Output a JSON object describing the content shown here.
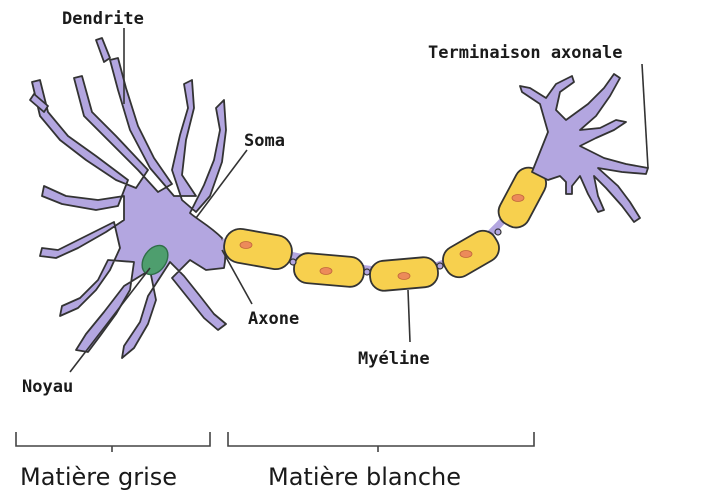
{
  "labels": {
    "dendrite": "Dendrite",
    "soma": "Soma",
    "axon_terminal": "Terminaison axonale",
    "axon": "Axone",
    "nucleus": "Noyau",
    "myelin": "Myéline",
    "grey_matter": "Matière grise",
    "white_matter": "Matière blanche"
  },
  "colors": {
    "neuron_body": "#b3a6e0",
    "myelin": "#f7d04e",
    "myelin_nucleus": "#ec8a5a",
    "cell_nucleus": "#4e9e6e",
    "outline": "#333333"
  }
}
